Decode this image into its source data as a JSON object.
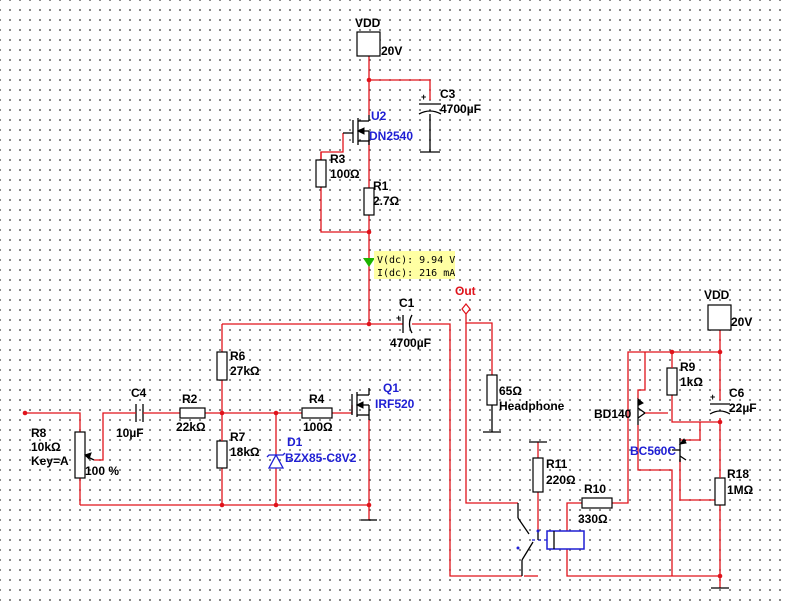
{
  "components": {
    "vdd_top": {
      "name": "VDD",
      "value": "20V"
    },
    "vdd_right": {
      "name": "VDD",
      "value": "20V"
    },
    "c3": {
      "name": "C3",
      "value": "4700µF"
    },
    "u2": {
      "name": "U2",
      "value": "DN2540"
    },
    "r3": {
      "name": "R3",
      "value": "100Ω"
    },
    "r1": {
      "name": "R1",
      "value": "2.7Ω"
    },
    "probe": {
      "voltage": "V(dc): 9.94 V",
      "current": "I(dc): 216 mA"
    },
    "out": {
      "name": "Out"
    },
    "c1": {
      "name": "C1",
      "value": "4700µF"
    },
    "r6": {
      "name": "R6",
      "value": "27kΩ"
    },
    "r7": {
      "name": "R7",
      "value": "18kΩ"
    },
    "r2": {
      "name": "R2",
      "value": "22kΩ"
    },
    "c4": {
      "name": "C4",
      "value": "10µF"
    },
    "r8": {
      "name": "R8",
      "value": "10kΩ",
      "key": "Key=A",
      "percent": "100 %"
    },
    "r4": {
      "name": "R4",
      "value": "100Ω"
    },
    "q1": {
      "name": "Q1",
      "value": "IRF520"
    },
    "d1": {
      "name": "D1",
      "value": "BZX85-C8V2"
    },
    "headphone": {
      "value": "65Ω",
      "label": "Headphone"
    },
    "r11": {
      "name": "R11",
      "value": "220Ω"
    },
    "r10": {
      "name": "R10",
      "value": "330Ω"
    },
    "r9": {
      "name": "R9",
      "value": "1kΩ"
    },
    "bd140": {
      "name": "BD140"
    },
    "bc560c": {
      "name": "BC560C"
    },
    "c6": {
      "name": "C6",
      "value": "22µF"
    },
    "r18": {
      "name": "R18",
      "value": "1MΩ"
    }
  }
}
